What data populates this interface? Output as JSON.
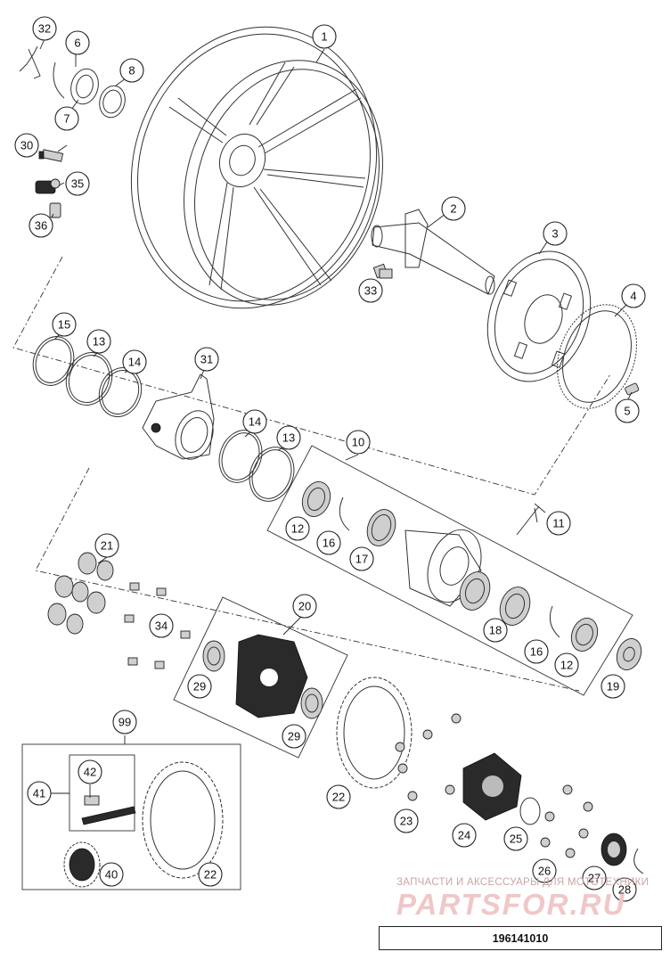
{
  "drawing_number": "196141010",
  "watermark": {
    "line1": "ЗАПЧАСТИ И АКСЕССУАРЫ ДЛЯ МОТОТЕХНИКИ",
    "line2": "PARTSFOR.RU"
  },
  "callouts": {
    "c1": "1",
    "c2": "2",
    "c3": "3",
    "c4": "4",
    "c5": "5",
    "c6": "6",
    "c7": "7",
    "c8": "8",
    "c10": "10",
    "c11": "11",
    "c12a": "12",
    "c12b": "12",
    "c13a": "13",
    "c13b": "13",
    "c14a": "14",
    "c14b": "14",
    "c15": "15",
    "c16a": "16",
    "c16b": "16",
    "c17": "17",
    "c18": "18",
    "c19": "19",
    "c20": "20",
    "c21": "21",
    "c22a": "22",
    "c22b": "22",
    "c23": "23",
    "c24": "24",
    "c25": "25",
    "c26": "26",
    "c27": "27",
    "c28": "28",
    "c29a": "29",
    "c29b": "29",
    "c30": "30",
    "c31": "31",
    "c32": "32",
    "c33": "33",
    "c34": "34",
    "c35": "35",
    "c36": "36",
    "c40": "40",
    "c41": "41",
    "c42": "42",
    "c99": "99"
  }
}
